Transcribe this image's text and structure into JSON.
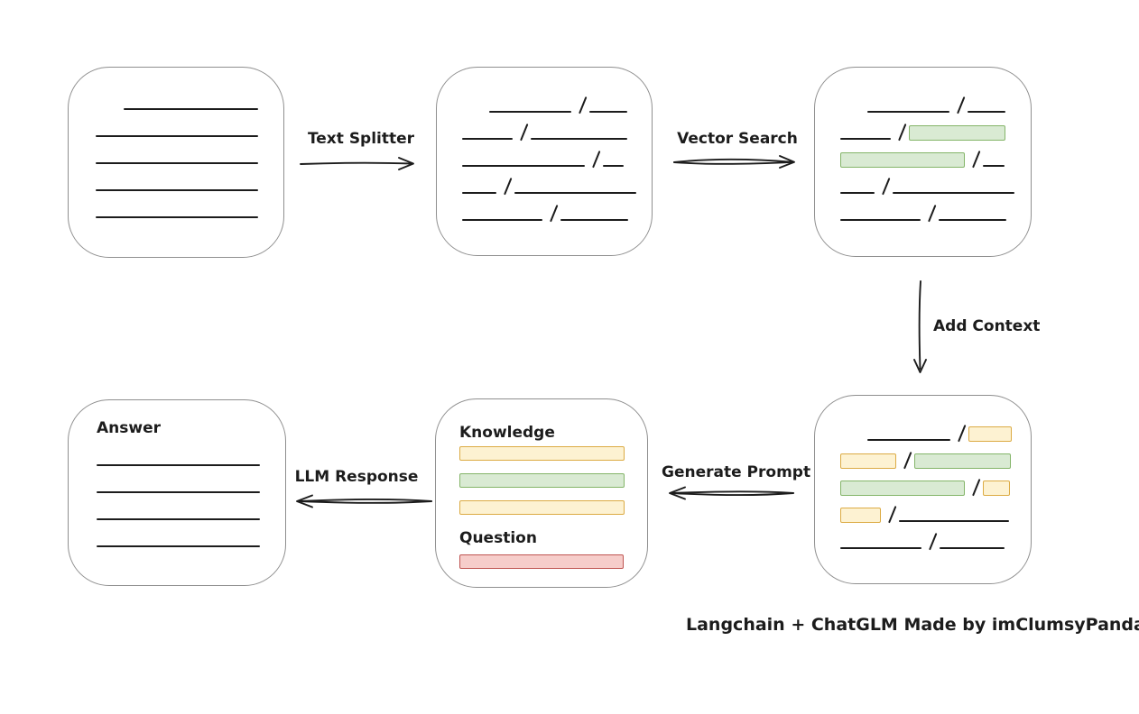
{
  "diagram": {
    "caption": "Langchain + ChatGLM Made by imClumsyPanda",
    "arrows": {
      "text_splitter": "Text Splitter",
      "vector_search": "Vector Search",
      "add_context": "Add Context",
      "generate_prompt": "Generate Prompt",
      "llm_response": "LLM Response"
    },
    "colors": {
      "green_fill": "#d9ead3",
      "green_border": "#84b569",
      "yellow_fill": "#fdf2d2",
      "yellow_border": "#dcab44",
      "red_fill": "#f6cdca",
      "red_border": "#bf5552",
      "box_border": "#8f8f8f",
      "ink": "#1c1c1c"
    },
    "boxes": {
      "document": {
        "rows": [
          {
            "segments": [
              {
                "t": "line",
                "w": 149,
                "ml": 31
              }
            ]
          },
          {
            "segments": [
              {
                "t": "line",
                "w": 180
              }
            ]
          },
          {
            "segments": [
              {
                "t": "line",
                "w": 180
              }
            ]
          },
          {
            "segments": [
              {
                "t": "line",
                "w": 180
              }
            ]
          },
          {
            "segments": [
              {
                "t": "line",
                "w": 180
              }
            ]
          }
        ]
      },
      "chunks": {
        "rows": [
          {
            "segments": [
              {
                "t": "line",
                "w": 91,
                "ml": 30
              },
              {
                "t": "slash"
              },
              {
                "t": "line",
                "w": 42
              }
            ]
          },
          {
            "segments": [
              {
                "t": "line",
                "w": 56
              },
              {
                "t": "slash"
              },
              {
                "t": "line",
                "w": 107
              }
            ]
          },
          {
            "segments": [
              {
                "t": "line",
                "w": 136
              },
              {
                "t": "slash"
              },
              {
                "t": "line",
                "w": 23
              }
            ]
          },
          {
            "segments": [
              {
                "t": "line",
                "w": 38
              },
              {
                "t": "slash"
              },
              {
                "t": "line",
                "w": 135
              }
            ]
          },
          {
            "segments": [
              {
                "t": "line",
                "w": 89
              },
              {
                "t": "slash"
              },
              {
                "t": "line",
                "w": 75
              }
            ]
          }
        ]
      },
      "retrieved": {
        "rows": [
          {
            "segments": [
              {
                "t": "line",
                "w": 91,
                "ml": 30
              },
              {
                "t": "slash"
              },
              {
                "t": "line",
                "w": 42
              }
            ]
          },
          {
            "segments": [
              {
                "t": "line",
                "w": 56
              },
              {
                "t": "slash"
              },
              {
                "t": "chip",
                "c": "green",
                "w": 107
              }
            ]
          },
          {
            "segments": [
              {
                "t": "chip",
                "c": "green",
                "w": 138
              },
              {
                "t": "slash"
              },
              {
                "t": "line",
                "w": 24
              }
            ]
          },
          {
            "segments": [
              {
                "t": "line",
                "w": 38
              },
              {
                "t": "slash"
              },
              {
                "t": "line",
                "w": 135
              }
            ]
          },
          {
            "segments": [
              {
                "t": "line",
                "w": 89
              },
              {
                "t": "slash"
              },
              {
                "t": "line",
                "w": 75
              }
            ]
          }
        ]
      },
      "context": {
        "rows": [
          {
            "segments": [
              {
                "t": "line",
                "w": 92,
                "ml": 30
              },
              {
                "t": "slash"
              },
              {
                "t": "chip",
                "c": "yellow",
                "w": 48
              }
            ]
          },
          {
            "segments": [
              {
                "t": "chip",
                "c": "yellow",
                "w": 62
              },
              {
                "t": "slash"
              },
              {
                "t": "chip",
                "c": "green",
                "w": 107
              }
            ]
          },
          {
            "segments": [
              {
                "t": "chip",
                "c": "green",
                "w": 138
              },
              {
                "t": "slash"
              },
              {
                "t": "chip",
                "c": "yellow",
                "w": 30
              }
            ]
          },
          {
            "segments": [
              {
                "t": "chip",
                "c": "yellow",
                "w": 45
              },
              {
                "t": "slash"
              },
              {
                "t": "line",
                "w": 122
              }
            ]
          },
          {
            "segments": [
              {
                "t": "line",
                "w": 90
              },
              {
                "t": "slash"
              },
              {
                "t": "line",
                "w": 72
              }
            ]
          }
        ]
      },
      "prompt": {
        "rows": [
          {
            "h": 34,
            "segments": [
              {
                "t": "label",
                "text": "Knowledge"
              }
            ]
          },
          {
            "h": 20,
            "segments": [
              {
                "t": "chip",
                "c": "yellow",
                "w": 183,
                "ch": 16
              }
            ]
          },
          {
            "h": 30,
            "segments": [
              {
                "t": "chip",
                "c": "green",
                "w": 183,
                "ch": 16
              }
            ]
          },
          {
            "h": 30,
            "segments": [
              {
                "t": "chip",
                "c": "yellow",
                "w": 183,
                "ch": 16
              }
            ]
          },
          {
            "h": 37,
            "segments": [
              {
                "t": "label",
                "text": "Question"
              }
            ]
          },
          {
            "h": 23,
            "segments": [
              {
                "t": "chip",
                "c": "red",
                "w": 182,
                "ch": 16
              }
            ]
          }
        ]
      },
      "answer": {
        "rows": [
          {
            "h": 28,
            "segments": [
              {
                "t": "label",
                "text": "Answer"
              }
            ]
          },
          {
            "h": 32,
            "segments": [
              {
                "t": "line",
                "w": 181
              }
            ]
          },
          {
            "h": 30,
            "segments": [
              {
                "t": "line",
                "w": 181
              }
            ]
          },
          {
            "h": 30,
            "segments": [
              {
                "t": "line",
                "w": 181
              }
            ]
          },
          {
            "h": 30,
            "segments": [
              {
                "t": "line",
                "w": 181
              }
            ]
          }
        ]
      }
    }
  }
}
